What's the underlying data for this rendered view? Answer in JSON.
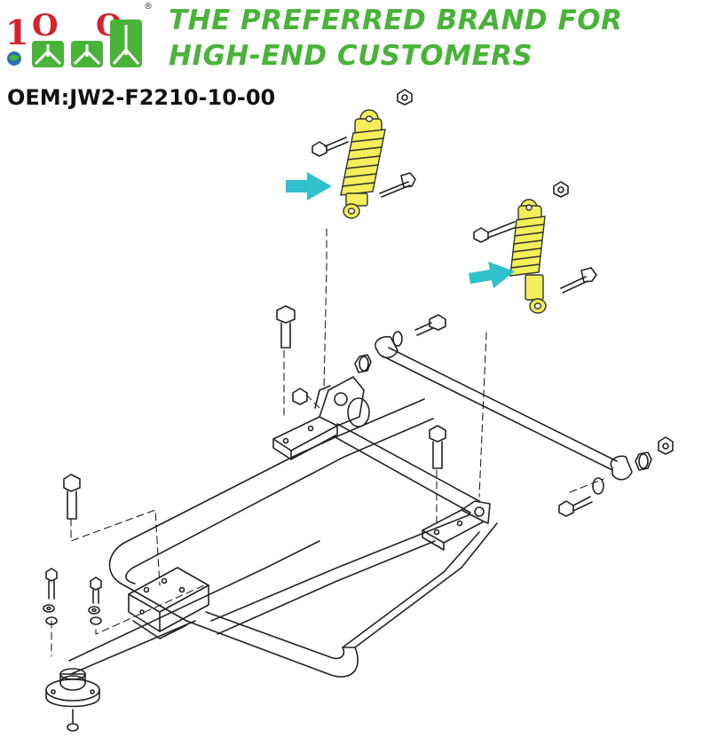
{
  "brand": {
    "logo_name": "1010 brand logo",
    "logo_text": "1 0 0",
    "registered_mark": "®",
    "headline_line1": "THE PREFERRED BRAND FOR",
    "headline_line2": "HIGH-END CUSTOMERS",
    "colors": {
      "green": "#4ab33a",
      "red": "#d6202a",
      "globe": "#2e6fb5",
      "highlight": "#f2ef5a",
      "arrow": "#2fc1cc"
    }
  },
  "part": {
    "oem_label": "OEM:JW2-F2210-10-00"
  },
  "diagram": {
    "description_icons": [
      "shock-absorber-icon",
      "bolt-icon",
      "nut-icon",
      "washer-icon",
      "bushing-icon",
      "callout-arrow-icon"
    ]
  }
}
